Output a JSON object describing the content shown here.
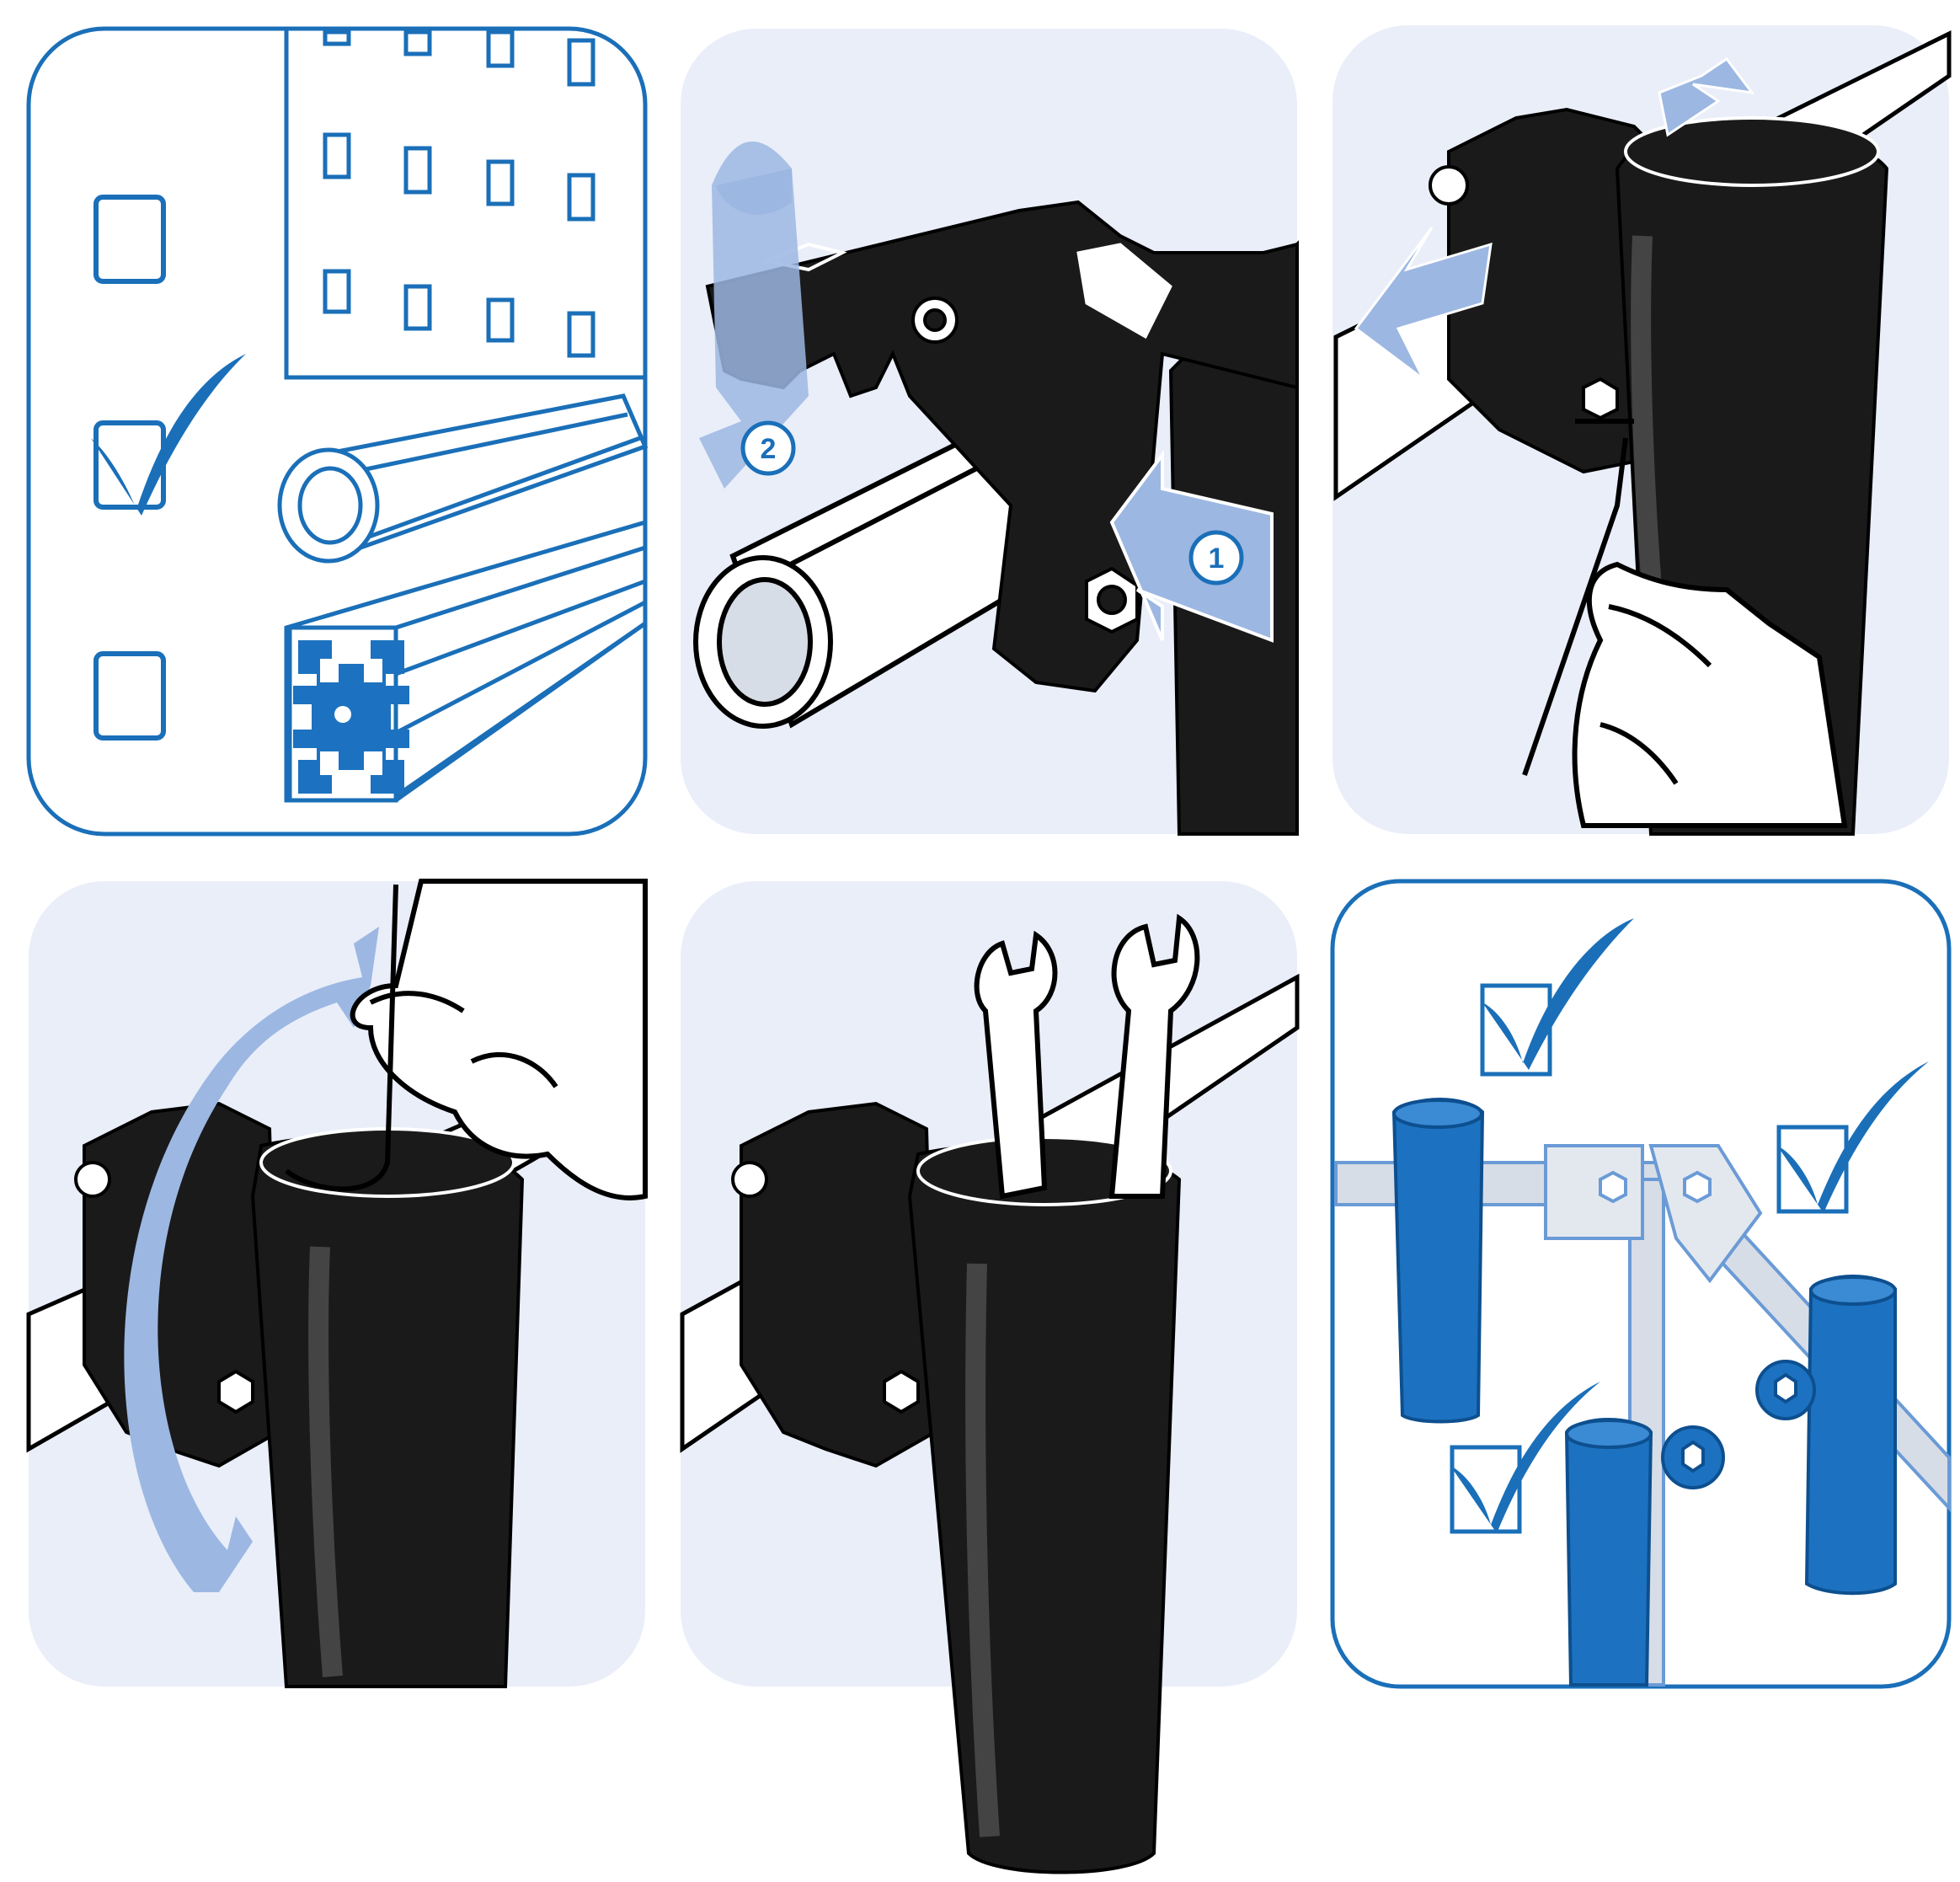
{
  "figure": {
    "kind": "installation-instructions",
    "panel_count": 6,
    "colors": {
      "line_blue": "#1a6fb8",
      "panel_tint": "#e9eef9",
      "arrow_blue": "#9cb7e2",
      "part_black": "#1a1a1a",
      "part_blue": "#1c72c0",
      "tube_grey": "#d7dde6"
    }
  },
  "panels": [
    {
      "id": "compatibility",
      "options": [
        {
          "item": "perforated-panel",
          "checked": false
        },
        {
          "item": "round-tube",
          "checked": true
        },
        {
          "item": "aluminium-profile",
          "checked": false
        }
      ]
    },
    {
      "id": "attach-to-tube",
      "steps": [
        {
          "label": "1",
          "icon": "push-arrow-icon"
        },
        {
          "label": "2",
          "icon": "curved-arrow-icon"
        }
      ]
    },
    {
      "id": "slide-and-tighten",
      "icons": [
        "double-arrow-icon",
        "hex-key-icon",
        "hand-icon"
      ]
    },
    {
      "id": "rotate-holder",
      "icons": [
        "rotate-arrow-icon",
        "hex-key-icon",
        "hand-icon"
      ]
    },
    {
      "id": "store-tools",
      "icons": [
        "wrench-icon",
        "wrench-icon"
      ]
    },
    {
      "id": "mounted-on-frame",
      "checkmarks": 3
    }
  ]
}
